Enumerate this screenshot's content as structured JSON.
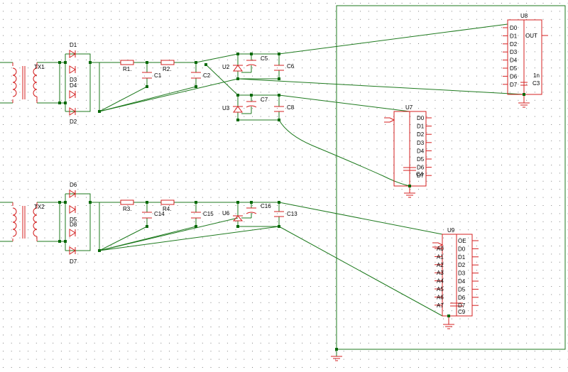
{
  "colors": {
    "wire": "#1e7a1e",
    "component": "#d42020",
    "junction": "#0a6a0a",
    "grid": "#7f7f7f",
    "text": "#000000"
  },
  "transformers": [
    "TX1",
    "TX2"
  ],
  "diodes": [
    "D1",
    "D2",
    "D3",
    "D4",
    "D5",
    "D6",
    "D7",
    "D8"
  ],
  "resistors": [
    "R1.",
    "R2.",
    "R3.",
    "R4."
  ],
  "capacitors": [
    "C1",
    "C2",
    "C5",
    "C6",
    "C7",
    "C8",
    "C14",
    "C15",
    "C16",
    "C13"
  ],
  "regulators": [
    "U2",
    "U3",
    "U6"
  ],
  "u8": {
    "name": "U8",
    "pins": [
      "D0",
      "D1",
      "D2",
      "D3",
      "D4",
      "D5",
      "D6",
      "D7"
    ],
    "out": "OUT",
    "in": "1n",
    "cap": "C3"
  },
  "u7": {
    "name": "U7",
    "pins": [
      "D0",
      "D1",
      "D2",
      "D3",
      "D4",
      "D5",
      "D6",
      "D7"
    ],
    "overlap": "C4"
  },
  "u9": {
    "name": "U9",
    "left_pins": [
      "A0",
      "A1",
      "A2",
      "A3",
      "A4",
      "A5",
      "A6",
      "A7"
    ],
    "right_pins": [
      "OE",
      "D0",
      "D1",
      "D2",
      "D3",
      "D4",
      "D5",
      "D6",
      "D7"
    ],
    "cap": "C9"
  }
}
